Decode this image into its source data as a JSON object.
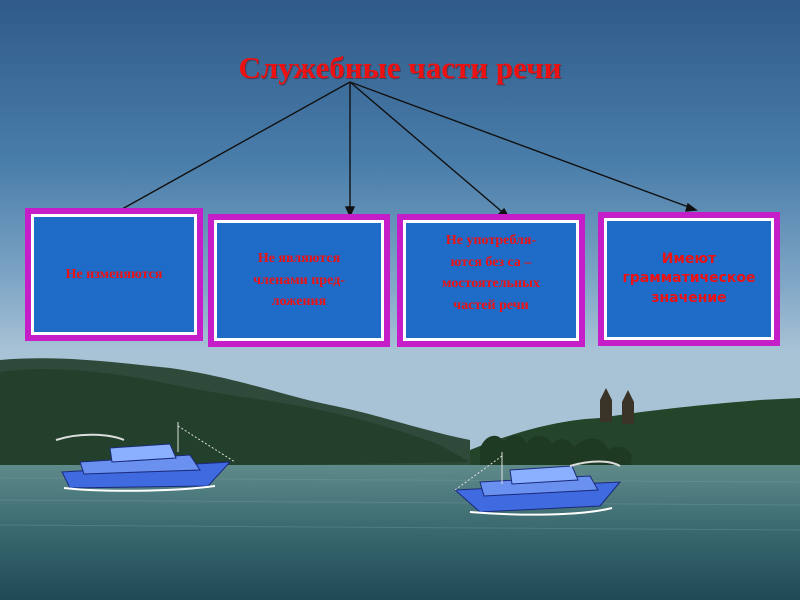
{
  "diagram": {
    "title": "Служебные части речи",
    "boxes": [
      {
        "text": "Не изменяются"
      },
      {
        "text": "Не являются\nчленами пред-\nложения"
      },
      {
        "text": "Не употребля-\nются без са –\nмостоятельных\nчастей речи"
      },
      {
        "text": "Имеют\nграмматическое\nзначение"
      }
    ]
  },
  "colors": {
    "title": "#ee1111",
    "box_fill": "#1e6cc8",
    "box_border": "#c51ec8",
    "box_text": "#ee1111",
    "arrow": "#111111"
  },
  "scene": {
    "background": "photo-of-lake-with-hills-sky",
    "boats": [
      "ship-icon",
      "ship-icon"
    ]
  }
}
